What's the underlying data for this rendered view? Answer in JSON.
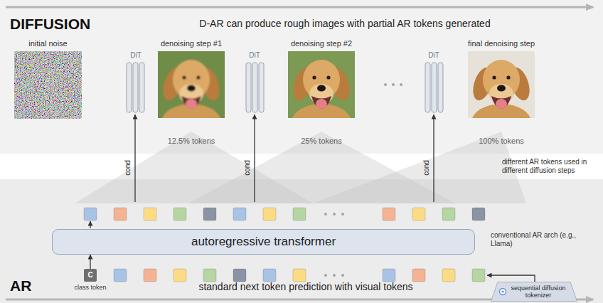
{
  "diagram": {
    "nodes": [
      {
        "text": [
          "DIFFUSION",
          "D-AR can produce rough images with partial AR tokens generated"
        ]
      },
      {
        "text": [
          "initial noise"
        ],
        "in": 0
      },
      {
        "text": [
          "DiT"
        ],
        "in": 0
      },
      {
        "text": [
          "denoising step #1",
          "12.5% tokens"
        ],
        "in": 0
      },
      {
        "text": [
          "DiT"
        ],
        "in": 0
      },
      {
        "text": [
          "denoising step #2",
          "25% tokens"
        ],
        "in": 0
      },
      {
        "text": [
          "DiT"
        ],
        "in": 0
      },
      {
        "text": [
          "final denoising step",
          "100% tokens"
        ],
        "in": 0
      },
      {
        "text": [
          "AR",
          "standard next token prediction with visual tokens"
        ]
      },
      {
        "text": [
          "autoregressive transformer"
        ],
        "in": 8
      },
      {
        "text": [
          "C",
          "class token"
        ],
        "in": 8
      },
      {
        "text": [
          "sequential diffusion tokenizer"
        ],
        "in": 8
      }
    ],
    "edges": [
      {
        "from": 10,
        "to": 9,
        "arrow": "to"
      }
    ],
    "labels": [
      "cond",
      "cond",
      "cond",
      "different AR tokens used in different diffusion steps",
      "conventional AR arch (e.g., Llama)"
    ]
  }
}
